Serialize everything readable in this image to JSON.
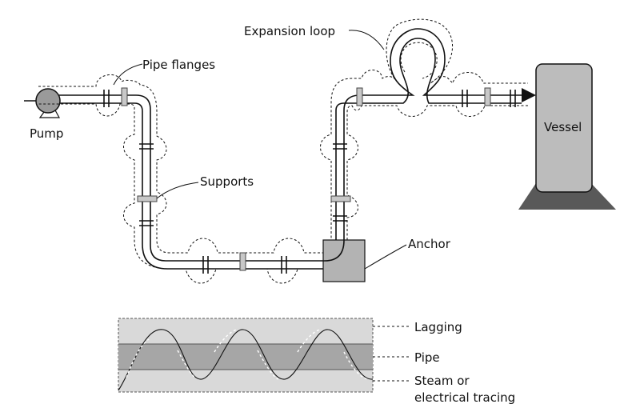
{
  "labels": {
    "pump": "Pump",
    "pipe_flanges": "Pipe flanges",
    "supports": "Supports",
    "anchor": "Anchor",
    "expansion_loop": "Expansion loop",
    "vessel": "Vessel",
    "lagging": "Lagging",
    "pipe": "Pipe",
    "tracing_line1": "Steam or",
    "tracing_line2": "electrical tracing"
  },
  "colors": {
    "line": "#111111",
    "support_fill": "#c8c8c8",
    "anchor_fill": "#b3b3b3",
    "vessel_fill": "#bcbcbc",
    "vessel_base": "#595959",
    "lagging_fill": "#d9d9d9",
    "pipe_fill": "#a6a6a6"
  },
  "icons": {
    "pump": "pump-icon",
    "vessel": "vessel-icon",
    "anchor": "anchor-block-icon"
  }
}
